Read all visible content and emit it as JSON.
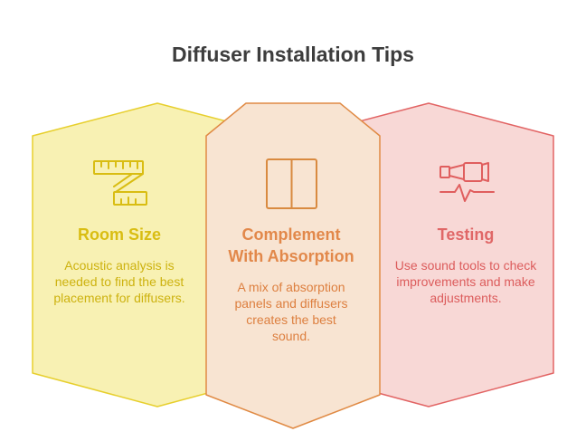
{
  "title": "Diffuser Installation Tips",
  "cards": [
    {
      "heading": "Room Size",
      "description": "Acoustic analysis is needed to find the best placement for diffusers.",
      "icon": "ruler-tape-icon",
      "color": "#e7cf2d",
      "fill": "#f8f1b3"
    },
    {
      "heading": "Complement With Absorption",
      "description": "A mix of absorption panels and diffusers creates the best sound.",
      "icon": "panel-icon",
      "color": "#e08a44",
      "fill": "#f8e4d2"
    },
    {
      "heading": "Testing",
      "description": "Use sound tools to check improvements and make adjustments.",
      "icon": "sound-test-icon",
      "color": "#e26464",
      "fill": "#f8d8d6"
    }
  ]
}
